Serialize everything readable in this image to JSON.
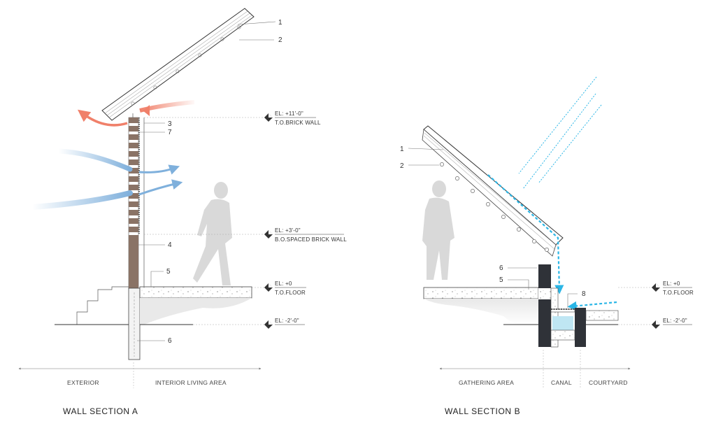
{
  "section_a": {
    "title": "WALL SECTION A",
    "callouts": [
      "1",
      "2",
      "3",
      "7",
      "4",
      "5",
      "6"
    ],
    "elevations": [
      {
        "el": "EL:  +11'-0\"",
        "desc": "T.O.BRICK WALL"
      },
      {
        "el": "EL:  +3'-0\"",
        "desc": "B.O.SPACED BRICK WALL"
      },
      {
        "el": "EL:  +0",
        "desc": "T.O.FLOOR"
      },
      {
        "el": "EL:  -2'-0\"",
        "desc": ""
      }
    ],
    "zones": [
      "EXTERIOR",
      "INTERIOR LIVING AREA"
    ]
  },
  "section_b": {
    "title": "WALL SECTION B",
    "callouts": [
      "1",
      "2",
      "6",
      "5",
      "8"
    ],
    "elevations": [
      {
        "el": "EL:  +0",
        "desc": "T.O.FLOOR"
      },
      {
        "el": "EL:  -2'-0\"",
        "desc": ""
      }
    ],
    "zones": [
      "GATHERING AREA",
      "CANAL",
      "COURTYARD"
    ]
  },
  "colors": {
    "hot_air": "#f0806a",
    "cool_air": "#7fb0dc",
    "sun_rain": "#2bb6e6",
    "brick": "#8a7366",
    "dark_wall": "#2f3238",
    "water": "#bfe6f3",
    "silhouette": "#d9d9d9"
  }
}
